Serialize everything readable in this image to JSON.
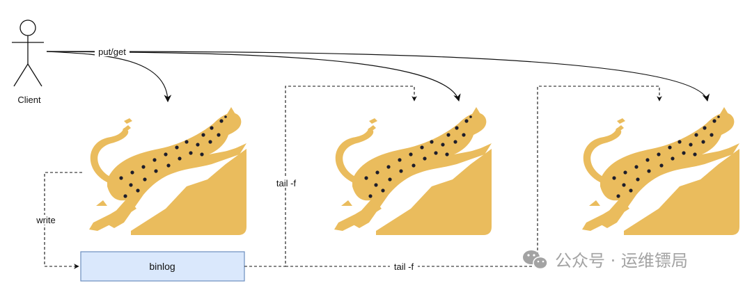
{
  "actor": {
    "label": "Client"
  },
  "edges": {
    "client_request": "put/get",
    "write": "write",
    "tail_left": "tail -f",
    "tail_bottom": "tail -f"
  },
  "nodes": {
    "binlog": "binlog",
    "node_count": 3
  },
  "colors": {
    "leopard": "#EABC5D",
    "spots": "#1d1d2b",
    "binlog_fill": "#dae8fc",
    "binlog_stroke": "#6c8ebf"
  },
  "watermark": {
    "text": "公众号 · 运维镖局",
    "icon": "wechat-icon"
  }
}
